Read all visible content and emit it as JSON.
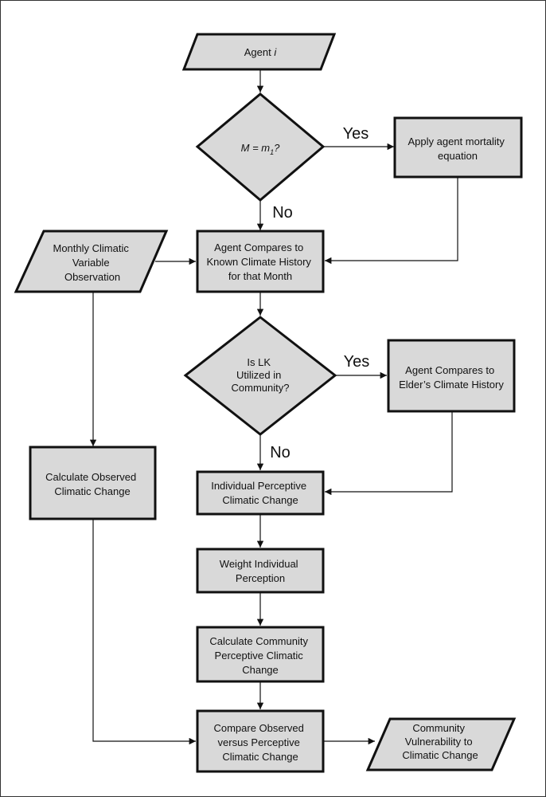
{
  "nodes": {
    "agent": {
      "pre": "Agent ",
      "italic": "i"
    },
    "decision_m": {
      "a": "M = m",
      "sub": "1",
      "b": "?"
    },
    "mortality": [
      "Apply agent mortality",
      "equation"
    ],
    "observation": [
      "Monthly Climatic",
      "Variable",
      "Observation"
    ],
    "compare_known": [
      "Agent Compares to",
      "Known Climate History",
      "for that Month"
    ],
    "decision_lk": [
      "Is LK",
      "Utilized in",
      "Community?"
    ],
    "compare_elder": [
      "Agent Compares to",
      "Elder’s Climate History"
    ],
    "calc_observed": [
      "Calculate Observed",
      "Climatic Change"
    ],
    "individual": [
      "Individual Perceptive",
      "Climatic Change"
    ],
    "weight": [
      "Weight Individual",
      "Perception"
    ],
    "community_calc": [
      "Calculate Community",
      "Perceptive Climatic",
      "Change"
    ],
    "compare_obs": [
      "Compare Observed",
      "versus Perceptive",
      "Climatic Change"
    ],
    "vulnerability": [
      "Community",
      "Vulnerability to",
      "Climatic Change"
    ]
  },
  "edge_labels": {
    "yes1": "Yes",
    "no1": "No",
    "yes2": "Yes",
    "no2": "No"
  }
}
